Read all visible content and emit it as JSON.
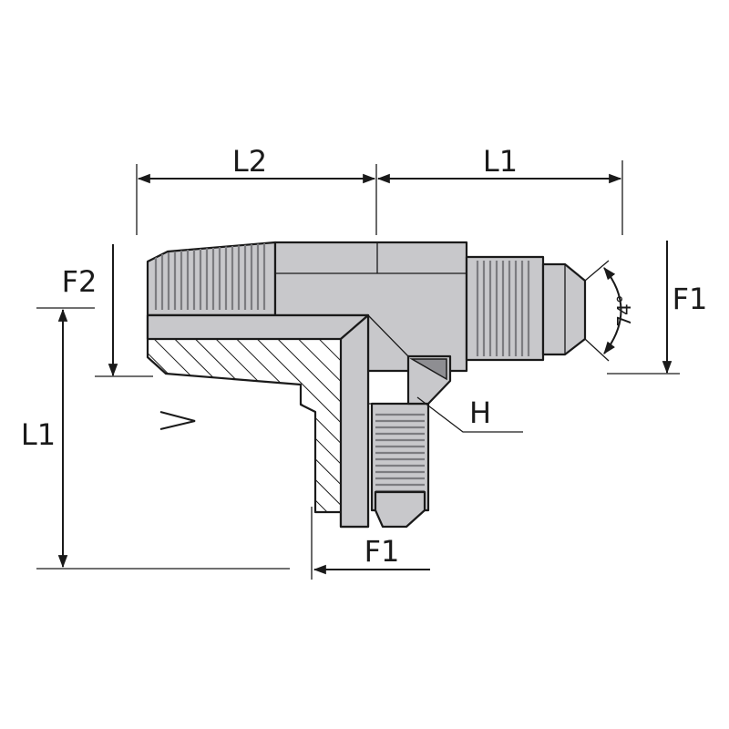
{
  "labels": {
    "l2_top": "L2",
    "l1_top": "L1",
    "l1_left": "L1",
    "f2": "F2",
    "f1_right": "F1",
    "f1_bottom": "F1",
    "h": "H",
    "angle": "74°"
  },
  "colors": {
    "body_fill": "#c8c8cb",
    "outline": "#1a1a1a",
    "thread": "#7c7c80",
    "background": "#ffffff"
  }
}
